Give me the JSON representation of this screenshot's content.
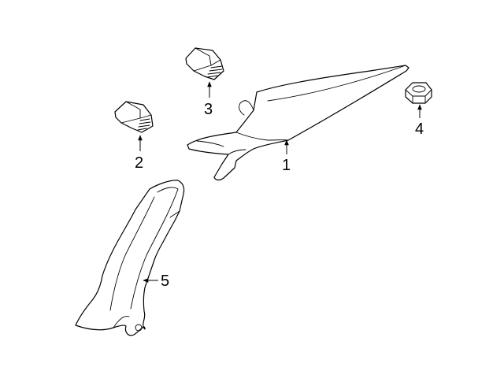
{
  "callouts": [
    {
      "id": "1",
      "label": "1"
    },
    {
      "id": "2",
      "label": "2"
    },
    {
      "id": "3",
      "label": "3"
    },
    {
      "id": "4",
      "label": "4"
    },
    {
      "id": "5",
      "label": "5"
    }
  ],
  "colors": {
    "line": "#000000",
    "fill": "#ffffff",
    "background": "#ffffff"
  }
}
